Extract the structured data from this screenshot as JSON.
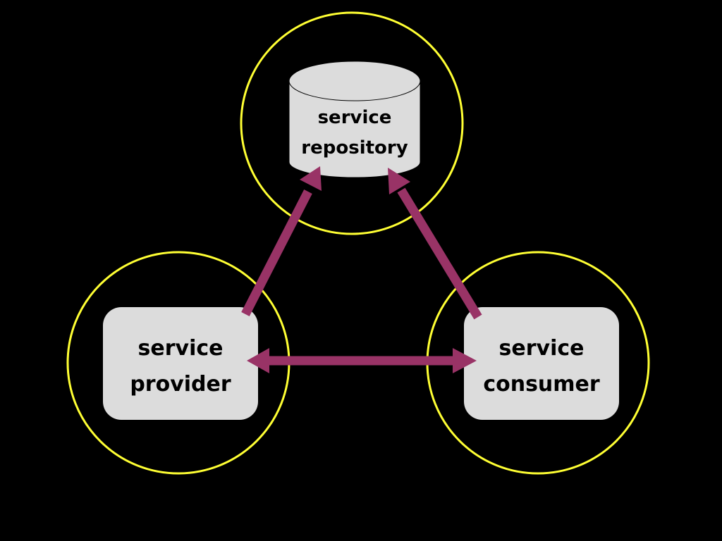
{
  "colors": {
    "background": "#000000",
    "ring": "#ffff33",
    "node_fill": "#dcdcdc",
    "arrow": "#993366",
    "text": "#000000"
  },
  "nodes": {
    "repository": {
      "shape": "cylinder",
      "line1": "service",
      "line2": "repository"
    },
    "provider": {
      "shape": "rounded-rectangle",
      "line1": "service",
      "line2": "provider"
    },
    "consumer": {
      "shape": "rounded-rectangle",
      "line1": "service",
      "line2": "consumer"
    }
  },
  "edges": [
    {
      "from": "provider",
      "to": "repository",
      "direction": "to-target"
    },
    {
      "from": "consumer",
      "to": "repository",
      "direction": "to-target"
    },
    {
      "from": "provider",
      "to": "consumer",
      "direction": "bidirectional"
    }
  ]
}
